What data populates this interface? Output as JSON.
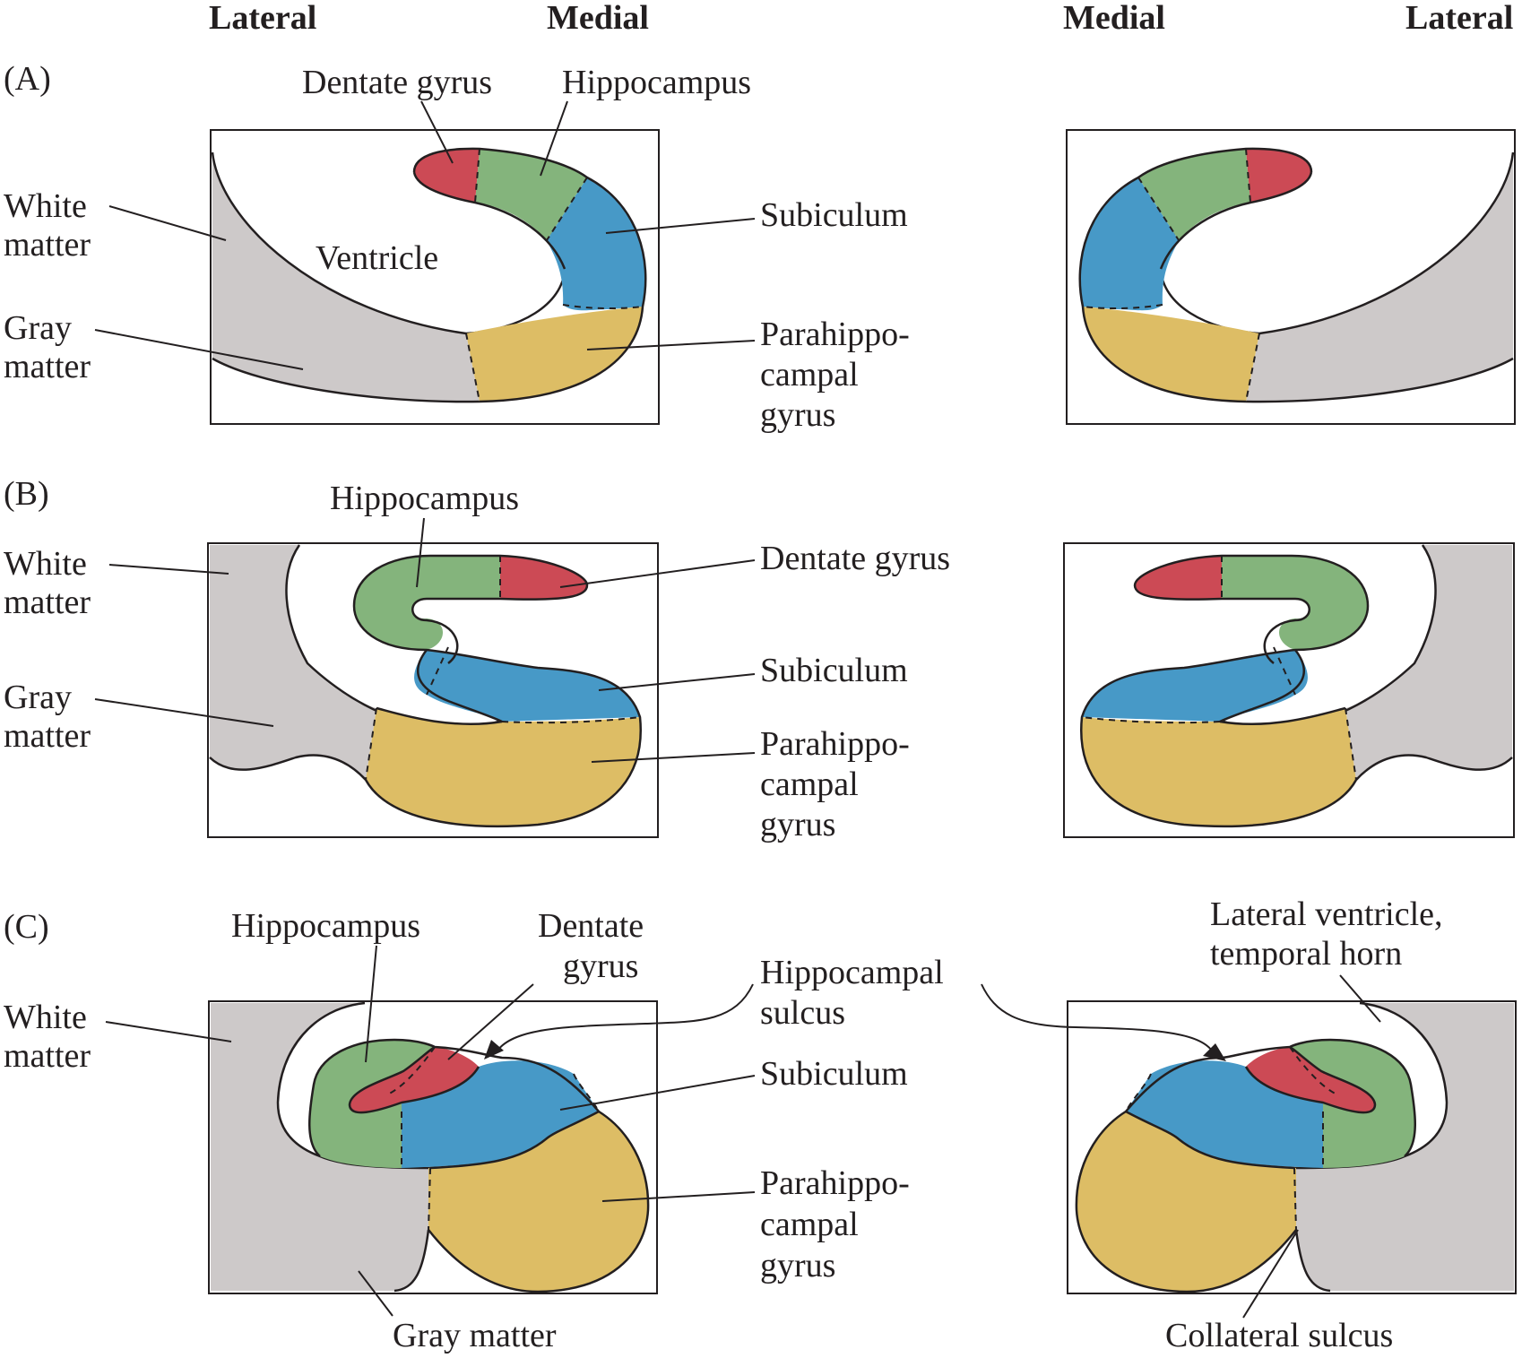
{
  "headers": {
    "left_lateral": "Lateral",
    "left_medial": "Medial",
    "right_medial": "Medial",
    "right_lateral": "Lateral"
  },
  "colors": {
    "dentate_gyrus": "#cc4a55",
    "hippocampus": "#84b47c",
    "subiculum": "#4799c7",
    "parahippocampal_gyrus": "#ddbd65",
    "gray_matter": "#cdc9c9",
    "white_matter": "#ffffff"
  },
  "panel_a": {
    "tag": "(A)",
    "white_matter": [
      "White",
      "matter"
    ],
    "gray_matter": [
      "Gray",
      "matter"
    ],
    "ventricle": "Ventricle",
    "dentate_gyrus": "Dentate gyrus",
    "hippocampus": "Hippocampus",
    "subiculum": "Subiculum",
    "parahippocampal_gyrus": [
      "Parahippo-",
      "campal",
      "gyrus"
    ]
  },
  "panel_b": {
    "tag": "(B)",
    "white_matter": [
      "White",
      "matter"
    ],
    "gray_matter": [
      "Gray",
      "matter"
    ],
    "hippocampus": "Hippocampus",
    "dentate_gyrus": "Dentate gyrus",
    "subiculum": "Subiculum",
    "parahippocampal_gyrus": [
      "Parahippo-",
      "campal",
      "gyrus"
    ]
  },
  "panel_c": {
    "tag": "(C)",
    "white_matter": [
      "White",
      "matter"
    ],
    "hippocampus": "Hippocampus",
    "dentate_gyrus": [
      "Dentate",
      "gyrus"
    ],
    "hippocampal_sulcus": [
      "Hippocampal",
      "sulcus"
    ],
    "lateral_ventricle": [
      "Lateral ventricle,",
      "temporal horn"
    ],
    "subiculum": "Subiculum",
    "parahippocampal_gyrus": [
      "Parahippo-",
      "campal",
      "gyrus"
    ],
    "gray_matter": "Gray matter",
    "collateral_sulcus": "Collateral sulcus"
  }
}
